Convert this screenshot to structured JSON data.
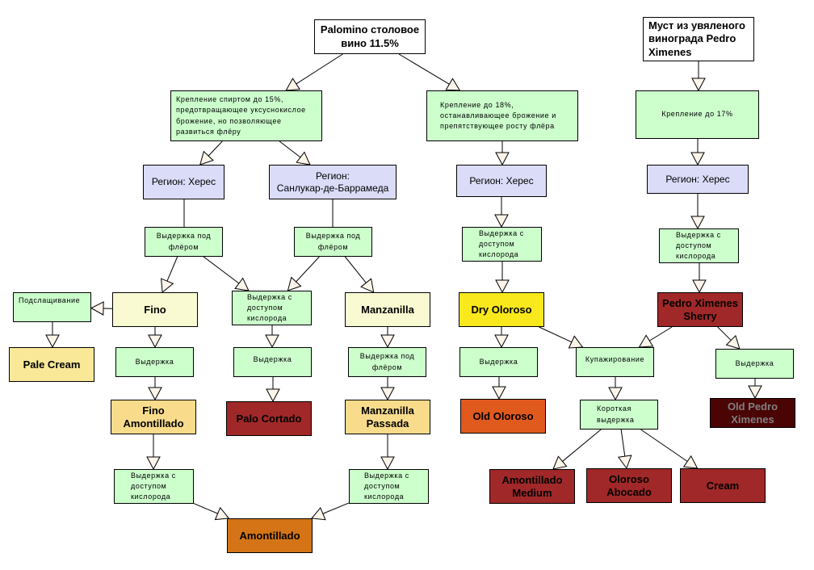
{
  "diagram": {
    "title": "Классификация хереса",
    "colors": {
      "start": "#ffffff",
      "process": "#ccffcc",
      "region": "#dadcf8",
      "base_style": "#fafad2",
      "pale": "#f8e898",
      "aged_light": "#f8dc8c",
      "dry_oloroso": "#f8e81c",
      "old_oloroso": "#e05a1e",
      "amontillado": "#d47416",
      "sweet": "#a02828",
      "old_px": "#4a0404",
      "old_px_text": "#808080",
      "arrow_fill": "#fdf5ea"
    },
    "nodes": {
      "palomino": "Palomino столовое\nвино 11.5%",
      "must_px": "Муст из увяленого\nвинограда Pedro\nXimenes",
      "fortify15": "Крепление спиртом до 15%,\nпредотвращающее уксуснокислое\nброжение, но позволяющее\nразвиться флёру",
      "fortify18": "Крепление до 18%,\nостанавливающее брожение и\nпрепятствующее росту флёра",
      "fortify17": "Крепление до 17%",
      "region_jerez_1": "Регион: Херес",
      "region_sanlucar": "Регион:\nСанлукар-де-Баррамеда",
      "region_jerez_2": "Регион: Херес",
      "region_jerez_3": "Регион: Херес",
      "flor_aging_1": "Выдержка под\nфлёром",
      "flor_aging_2": "Выдержка под\nфлёром",
      "oxidative_aging_1": "Выдержка с\nдоступом\nкислорода",
      "oxidative_aging_2": "Выдержка с\nдоступом\nкислорода",
      "oxidative_aging_3": "Выдержка с\nдоступом\nкислорода",
      "sweetening": "Подслащивание",
      "fino": "Fino",
      "manzanilla": "Manzanilla",
      "pale_cream": "Pale Cream",
      "aging_fino": "Выдержка",
      "aging_palo": "Выдержка",
      "flor_aging_3": "Выдержка под\nфлёром",
      "fino_amontillado": "Fino\nAmontillado",
      "palo_cortado": "Palo Cortado",
      "manzanilla_passada": "Manzanilla\nPassada",
      "oxidative_aging_4": "Выдержка с\nдоступом\nкислорода",
      "oxidative_aging_5": "Выдержка с\nдоступом\nкислорода",
      "amontillado": "Amontillado",
      "dry_oloroso": "Dry Oloroso",
      "px_sherry": "Pedro Ximenes\nSherry",
      "aging_oloroso": "Выдержка",
      "blending": "Купажирование",
      "aging_px": "Выдержка",
      "old_oloroso": "Old Oloroso",
      "short_aging": "Короткая\nвыдержка",
      "old_px": "Old Pedro\nXimenes",
      "amontillado_medium": "Amontillado\nMedium",
      "oloroso_abocado": "Oloroso\nAbocado",
      "cream": "Cream"
    },
    "edges": [
      [
        "palomino",
        "fortify15"
      ],
      [
        "palomino",
        "fortify18"
      ],
      [
        "must_px",
        "fortify17"
      ],
      [
        "fortify15",
        "region_jerez_1"
      ],
      [
        "fortify15",
        "region_sanlucar"
      ],
      [
        "fortify18",
        "region_jerez_2"
      ],
      [
        "fortify17",
        "region_jerez_3"
      ],
      [
        "region_jerez_1",
        "flor_aging_1"
      ],
      [
        "region_sanlucar",
        "flor_aging_2"
      ],
      [
        "region_jerez_2",
        "oxidative_aging_2"
      ],
      [
        "region_jerez_3",
        "oxidative_aging_3"
      ],
      [
        "flor_aging_1",
        "fino"
      ],
      [
        "flor_aging_1",
        "oxidative_aging_1"
      ],
      [
        "flor_aging_2",
        "oxidative_aging_1"
      ],
      [
        "flor_aging_2",
        "manzanilla"
      ],
      [
        "fino",
        "sweetening"
      ],
      [
        "sweetening",
        "pale_cream"
      ],
      [
        "fino",
        "aging_fino"
      ],
      [
        "oxidative_aging_1",
        "aging_palo"
      ],
      [
        "manzanilla",
        "flor_aging_3"
      ],
      [
        "aging_fino",
        "fino_amontillado"
      ],
      [
        "aging_palo",
        "palo_cortado"
      ],
      [
        "flor_aging_3",
        "manzanilla_passada"
      ],
      [
        "fino_amontillado",
        "oxidative_aging_4"
      ],
      [
        "manzanilla_passada",
        "oxidative_aging_5"
      ],
      [
        "oxidative_aging_4",
        "amontillado"
      ],
      [
        "oxidative_aging_5",
        "amontillado"
      ],
      [
        "oxidative_aging_2",
        "dry_oloroso"
      ],
      [
        "oxidative_aging_3",
        "px_sherry"
      ],
      [
        "dry_oloroso",
        "aging_oloroso"
      ],
      [
        "dry_oloroso",
        "blending"
      ],
      [
        "px_sherry",
        "blending"
      ],
      [
        "px_sherry",
        "aging_px"
      ],
      [
        "aging_oloroso",
        "old_oloroso"
      ],
      [
        "blending",
        "short_aging"
      ],
      [
        "aging_px",
        "old_px"
      ],
      [
        "short_aging",
        "amontillado_medium"
      ],
      [
        "short_aging",
        "oloroso_abocado"
      ],
      [
        "short_aging",
        "cream"
      ]
    ]
  }
}
